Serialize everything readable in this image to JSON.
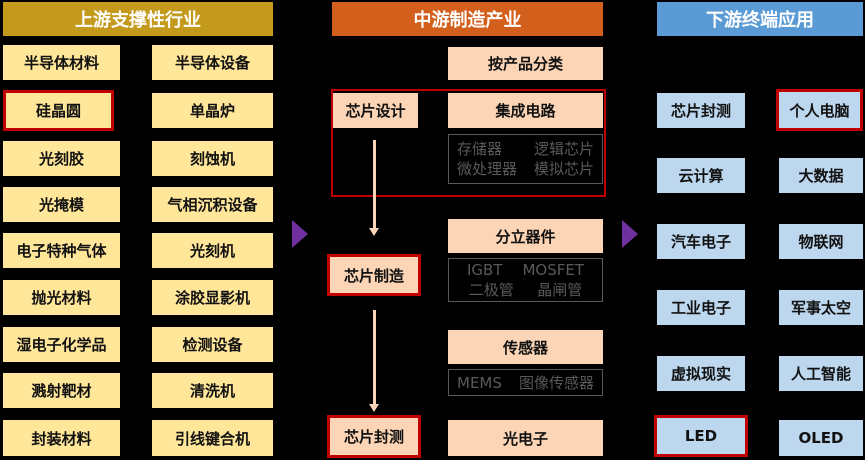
{
  "upstream": {
    "title": "上游支撑性行业",
    "left": [
      "半导体材料",
      "硅晶圆",
      "光刻胶",
      "光掩模",
      "电子特种气体",
      "抛光材料",
      "湿电子化学品",
      "溅射靶材",
      "封装材料"
    ],
    "right": [
      "半导体设备",
      "单晶炉",
      "刻蚀机",
      "气相沉积设备",
      "光刻机",
      "涂胶显影机",
      "检测设备",
      "清洗机",
      "引线键合机"
    ]
  },
  "midstream": {
    "title": "中游制造产业",
    "classify": "按产品分类",
    "steps": [
      "芯片设计",
      "芯片制造",
      "芯片封测"
    ],
    "ic": {
      "label": "集成电路",
      "sub": [
        "存储器",
        "逻辑芯片",
        "微处理器",
        "模拟芯片"
      ]
    },
    "discrete": {
      "label": "分立器件",
      "sub": [
        "IGBT",
        "MOSFET",
        "二极管",
        "晶闸管"
      ]
    },
    "sensor": {
      "label": "传感器",
      "sub": [
        "MEMS",
        "图像传感器"
      ]
    },
    "opto": {
      "label": "光电子"
    }
  },
  "downstream": {
    "title": "下游终端应用",
    "left": [
      "芯片封测",
      "云计算",
      "汽车电子",
      "工业电子",
      "虚拟现实",
      "LED"
    ],
    "right": [
      "个人电脑",
      "大数据",
      "物联网",
      "军事太空",
      "人工智能",
      "OLED"
    ]
  }
}
